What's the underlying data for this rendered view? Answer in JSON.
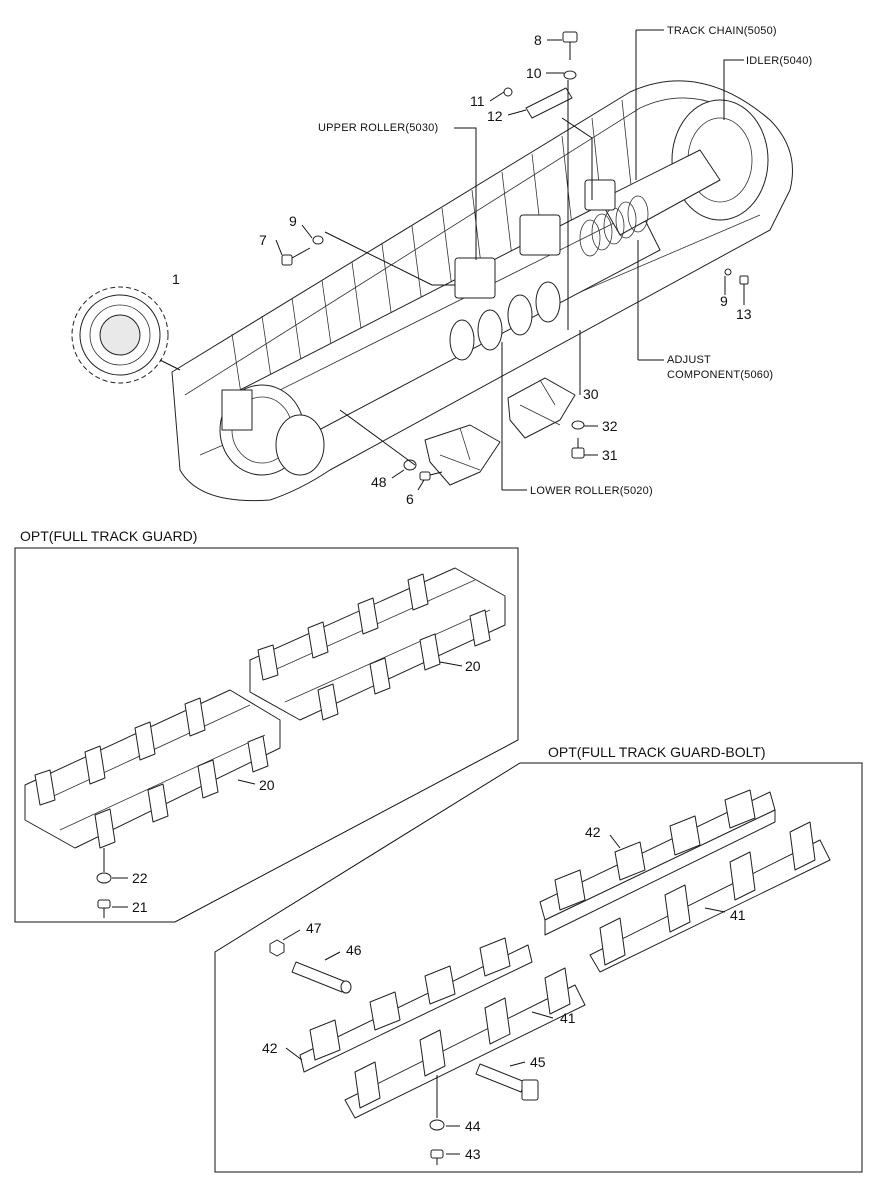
{
  "assemblies": {
    "track_chain": "TRACK CHAIN(5050)",
    "idler": "IDLER(5040)",
    "upper_roller": "UPPER ROLLER(5030)",
    "adjust_line1": "ADJUST",
    "adjust_line2": "COMPONENT(5060)",
    "lower_roller": "LOWER ROLLER(5020)"
  },
  "options": {
    "full_track_guard": "OPT(FULL TRACK GUARD)",
    "full_track_guard_bolt": "OPT(FULL TRACK GUARD-BOLT)"
  },
  "part_numbers": {
    "p1": "1",
    "p6": "6",
    "p7": "7",
    "p8": "8",
    "p9a": "9",
    "p9b": "9",
    "p10": "10",
    "p11": "11",
    "p12": "12",
    "p13": "13",
    "p20a": "20",
    "p20b": "20",
    "p21": "21",
    "p22": "22",
    "p30": "30",
    "p31": "31",
    "p32": "32",
    "p41a": "41",
    "p41b": "41",
    "p42a": "42",
    "p42b": "42",
    "p43": "43",
    "p44": "44",
    "p45": "45",
    "p46": "46",
    "p47": "47",
    "p48": "48"
  }
}
